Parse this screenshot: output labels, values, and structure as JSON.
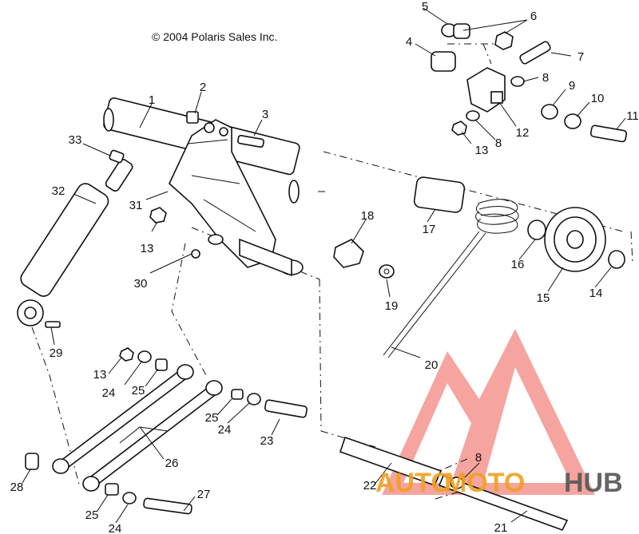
{
  "copyright": "© 2004 Polaris Sales Inc.",
  "callouts": [
    "1",
    "2",
    "3",
    "4",
    "5",
    "6",
    "7",
    "8",
    "9",
    "10",
    "11",
    "12",
    "13",
    "8",
    "13",
    "14",
    "15",
    "16",
    "17",
    "18",
    "19",
    "20",
    "21",
    "22",
    "8",
    "23",
    "24",
    "25",
    "26",
    "27",
    "28",
    "24",
    "25",
    "24",
    "25",
    "29",
    "30",
    "13",
    "31",
    "32",
    "33"
  ],
  "watermark": {
    "brand_auto": "AUTO",
    "brand_moto": "MOTO",
    "brand_hub": "HUB",
    "accent": "#f07068",
    "accent_text": "#f0a020",
    "hub_text": "#555555"
  }
}
